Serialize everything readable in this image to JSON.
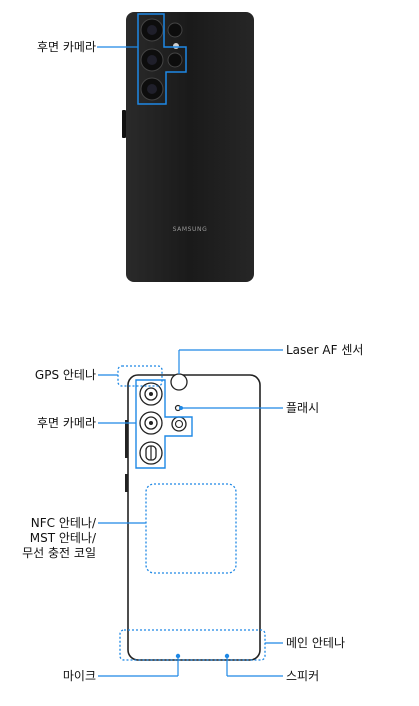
{
  "top_section": {
    "rear_camera_label": "후면 카메라",
    "brand_text": "SAMSUNG"
  },
  "bottom_section": {
    "left_labels": {
      "gps_antenna": "GPS 안테나",
      "rear_camera": "후면 카메라",
      "nfc_mst_coil": "NFC 안테나/\nMST 안테나/\n무선 충전 코일",
      "microphone": "마이크"
    },
    "right_labels": {
      "laser_af": "Laser AF 센서",
      "flash": "플래시",
      "main_antenna": "메인 안테나",
      "speaker": "스피커"
    }
  },
  "colors": {
    "phone_body": "#1c1c1c",
    "callout_line": "#1e88e5",
    "outline": "#222222"
  }
}
